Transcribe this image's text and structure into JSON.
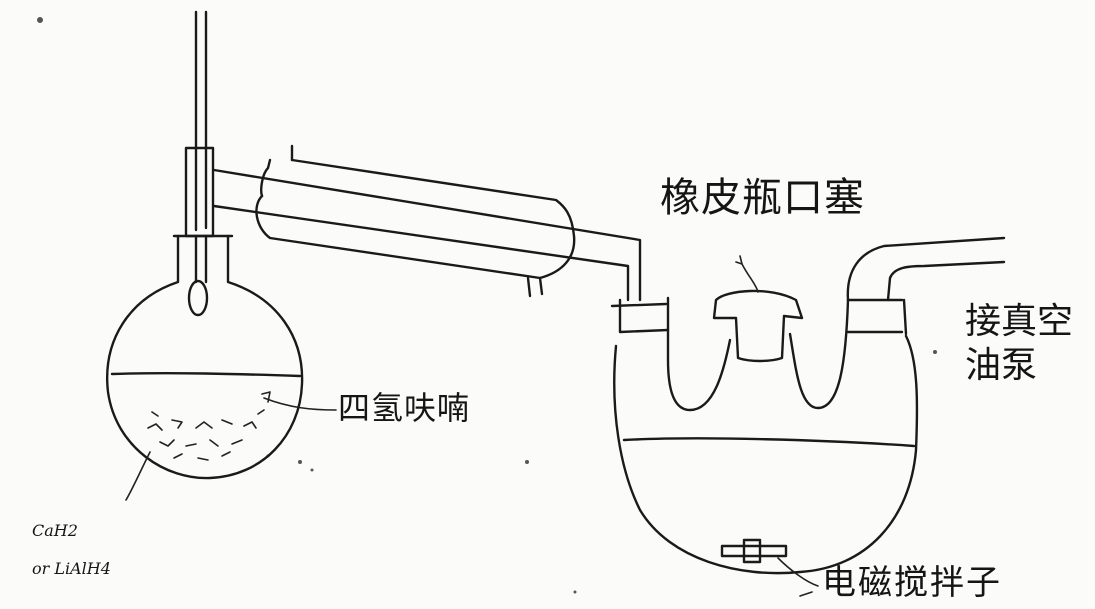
{
  "labels": {
    "stopper": "橡皮瓶口塞",
    "solvent": "四氢呋喃",
    "vacuum_pump": "接真空油泵",
    "reagent_line1": "CaH2",
    "reagent_line2": "or LiAlH4",
    "stirrer": "电磁搅拌子"
  }
}
